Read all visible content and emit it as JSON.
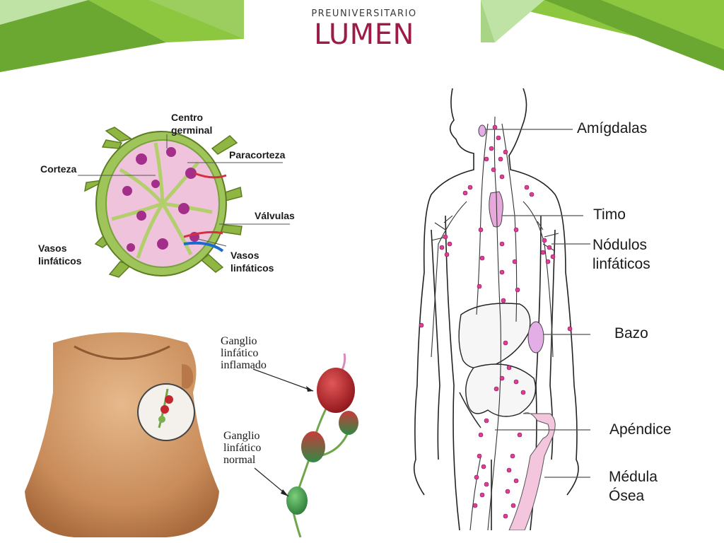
{
  "header": {
    "logo_top": "PREUNIVERSITARIO",
    "logo_main": "LUMEN"
  },
  "colors": {
    "accent_green": "#8dc63f",
    "accent_light": "#bfe3a4",
    "brand": "#9c1c47",
    "node_pink": "#e23d96"
  },
  "lymph_node_diagram": {
    "centro_germinal": [
      "Centro",
      "germinal"
    ],
    "paracorteza": "Paracorteza",
    "corteza": "Corteza",
    "valvulas": "Válvulas",
    "vasos_left": [
      "Vasos",
      "linfáticos"
    ],
    "vasos_right": [
      "Vasos",
      "linfáticos"
    ]
  },
  "neck_diagram": {
    "inflamado": [
      "Ganglio",
      "linfático",
      "inflamado"
    ],
    "normal": [
      "Ganglio",
      "linfático",
      "normal"
    ]
  },
  "body_diagram": {
    "amigdalas": "Amígdalas",
    "timo": "Timo",
    "nodulos": [
      "Nódulos",
      "linfáticos"
    ],
    "bazo": "Bazo",
    "apendice": "Apéndice",
    "medula": [
      "Médula",
      "Ósea"
    ]
  }
}
